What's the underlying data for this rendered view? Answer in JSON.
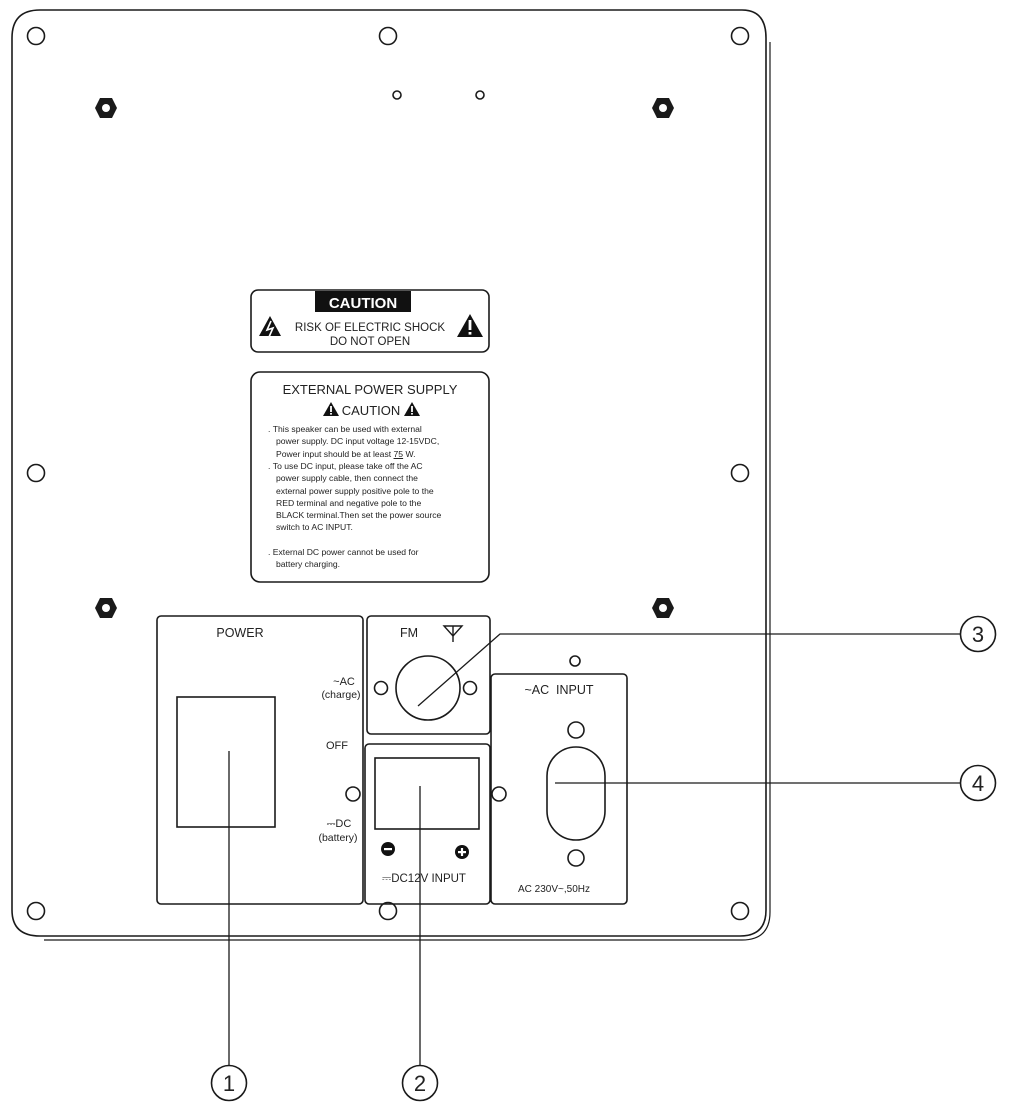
{
  "caution_label": {
    "header": "CAUTION",
    "line1": "RISK OF ELECTRIC SHOCK",
    "line2": "DO NOT OPEN"
  },
  "power_supply_label": {
    "title": "EXTERNAL POWER SUPPLY",
    "caution": "CAUTION",
    "bullets": [
      {
        "lines": [
          "This speaker can be used with external",
          "power supply. DC input voltage 12-15VDC,"
        ],
        "tail_prefix": "Power input should be at least ",
        "tail_value": "75",
        "tail_suffix": " W."
      },
      {
        "lines": [
          "To use DC input, please take off the AC",
          "power supply cable, then connect the",
          "external power supply positive pole to the",
          "RED terminal and negative pole to the",
          "BLACK terminal.Then set the power source",
          "switch to AC INPUT."
        ]
      },
      {
        "lines": [
          "External DC power cannot be used for",
          "battery charging."
        ]
      }
    ]
  },
  "power_panel": {
    "label": "POWER"
  },
  "switch_labels": {
    "ac_top": "~AC",
    "ac_sub": "(charge)",
    "off": "OFF",
    "dc_top": "⎓DC",
    "dc_sub": "(battery)"
  },
  "fm_panel": {
    "label": "FM"
  },
  "dc_panel": {
    "label": "⎓DC12V INPUT",
    "minus": "−",
    "plus": "+"
  },
  "ac_panel": {
    "label": "~AC  INPUT",
    "rating": "AC 230V~,50Hz"
  },
  "callouts": [
    "1",
    "2",
    "3",
    "4"
  ],
  "colors": {
    "line": "#1a1a1a",
    "background": "#ffffff"
  }
}
